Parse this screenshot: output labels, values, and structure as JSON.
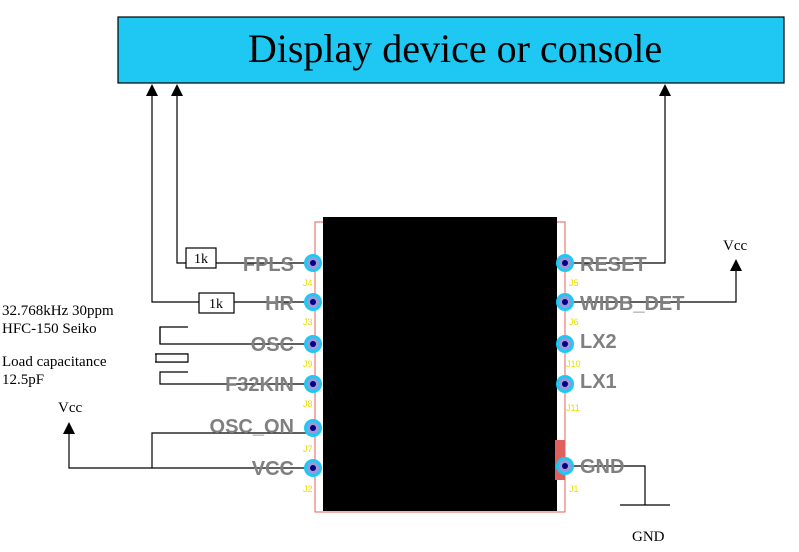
{
  "display": {
    "label": "Display device or console",
    "fill": "#1ec8f2"
  },
  "crystal": {
    "line1": "32.768kHz 30ppm",
    "line2": "HFC-150 Seiko",
    "line3": "Load capacitance",
    "line4": "12.5pF"
  },
  "resistors": {
    "r1": "1k",
    "r2": "1k"
  },
  "power": {
    "vcc_left": "Vcc",
    "vcc_right": "Vcc",
    "gnd": "GND"
  },
  "pins_left": [
    {
      "label": "FPLS",
      "num": "J4"
    },
    {
      "label": "HR",
      "num": "J3"
    },
    {
      "label": "OSC",
      "num": "J9"
    },
    {
      "label": "F32KIN",
      "num": "J8"
    },
    {
      "label": "OSC_ON",
      "num": "J7"
    },
    {
      "label": "VCC",
      "num": "J2"
    }
  ],
  "pins_right": [
    {
      "label": "RESET",
      "num": "J5"
    },
    {
      "label": "WIDB_DET",
      "num": "J6"
    },
    {
      "label": "LX2",
      "num": "J10"
    },
    {
      "label": "LX1",
      "num": "J11"
    },
    {
      "label": "GND",
      "num": "J1"
    }
  ],
  "colors": {
    "pin_outer": "#1ec8f2",
    "pin_ring": "#9a9ad8",
    "pin_dot": "#000080",
    "chip": "#000000",
    "outline": "#e06060"
  }
}
